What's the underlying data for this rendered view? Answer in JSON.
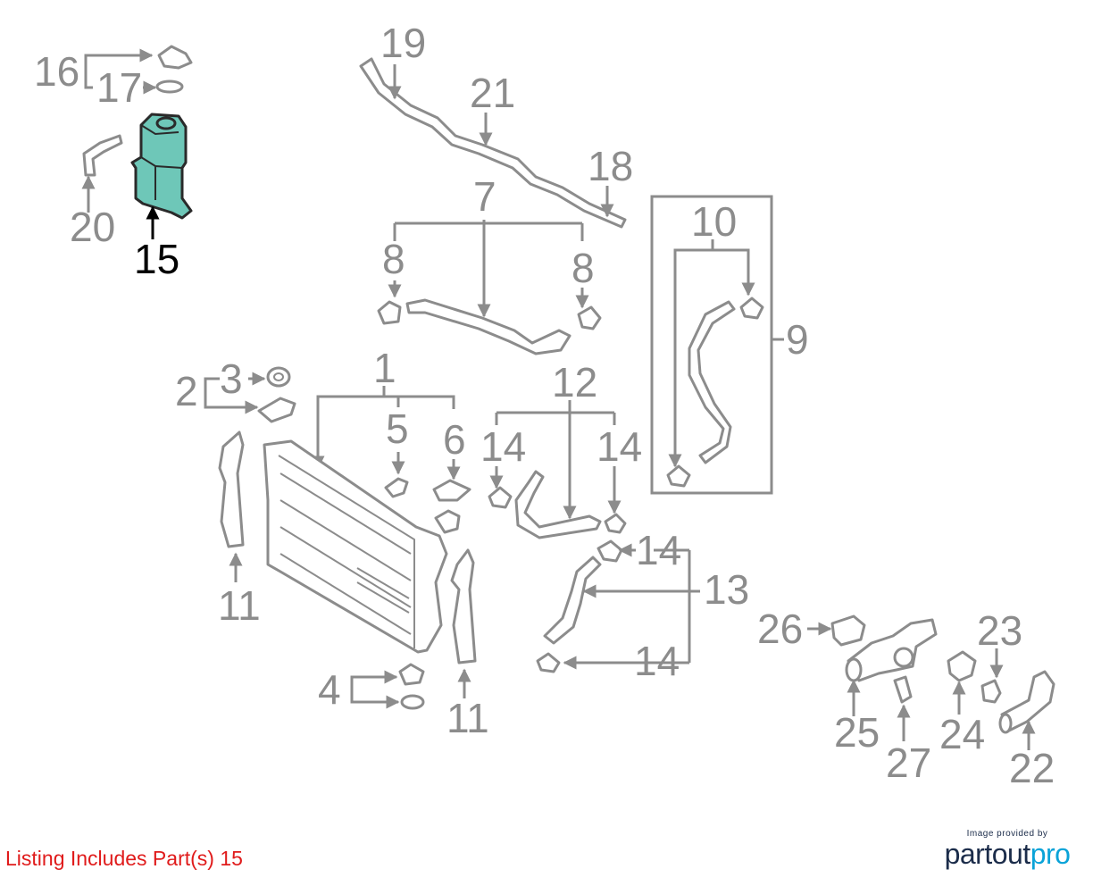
{
  "diagram": {
    "highlight_color": "#6ec7b8",
    "callouts": [
      {
        "id": "1",
        "label": "1"
      },
      {
        "id": "2",
        "label": "2"
      },
      {
        "id": "3",
        "label": "3"
      },
      {
        "id": "4",
        "label": "4"
      },
      {
        "id": "5",
        "label": "5"
      },
      {
        "id": "6",
        "label": "6"
      },
      {
        "id": "7",
        "label": "7"
      },
      {
        "id": "8a",
        "label": "8"
      },
      {
        "id": "8b",
        "label": "8"
      },
      {
        "id": "9",
        "label": "9"
      },
      {
        "id": "10",
        "label": "10"
      },
      {
        "id": "11a",
        "label": "11"
      },
      {
        "id": "11b",
        "label": "11"
      },
      {
        "id": "12",
        "label": "12"
      },
      {
        "id": "13",
        "label": "13"
      },
      {
        "id": "14a",
        "label": "14"
      },
      {
        "id": "14b",
        "label": "14"
      },
      {
        "id": "14c",
        "label": "14"
      },
      {
        "id": "14d",
        "label": "14"
      },
      {
        "id": "15",
        "label": "15",
        "highlighted": true
      },
      {
        "id": "16",
        "label": "16"
      },
      {
        "id": "17",
        "label": "17"
      },
      {
        "id": "18",
        "label": "18"
      },
      {
        "id": "19",
        "label": "19"
      },
      {
        "id": "20",
        "label": "20"
      },
      {
        "id": "21",
        "label": "21"
      },
      {
        "id": "22",
        "label": "22"
      },
      {
        "id": "23",
        "label": "23"
      },
      {
        "id": "24",
        "label": "24"
      },
      {
        "id": "25",
        "label": "25"
      },
      {
        "id": "26",
        "label": "26"
      },
      {
        "id": "27",
        "label": "27"
      }
    ]
  },
  "listing": {
    "text": "Listing Includes Part(s) 15",
    "color": "#e01b1b"
  },
  "brand": {
    "tagline": "Image provided by",
    "name_part1": "partout",
    "name_part2": "pro"
  }
}
